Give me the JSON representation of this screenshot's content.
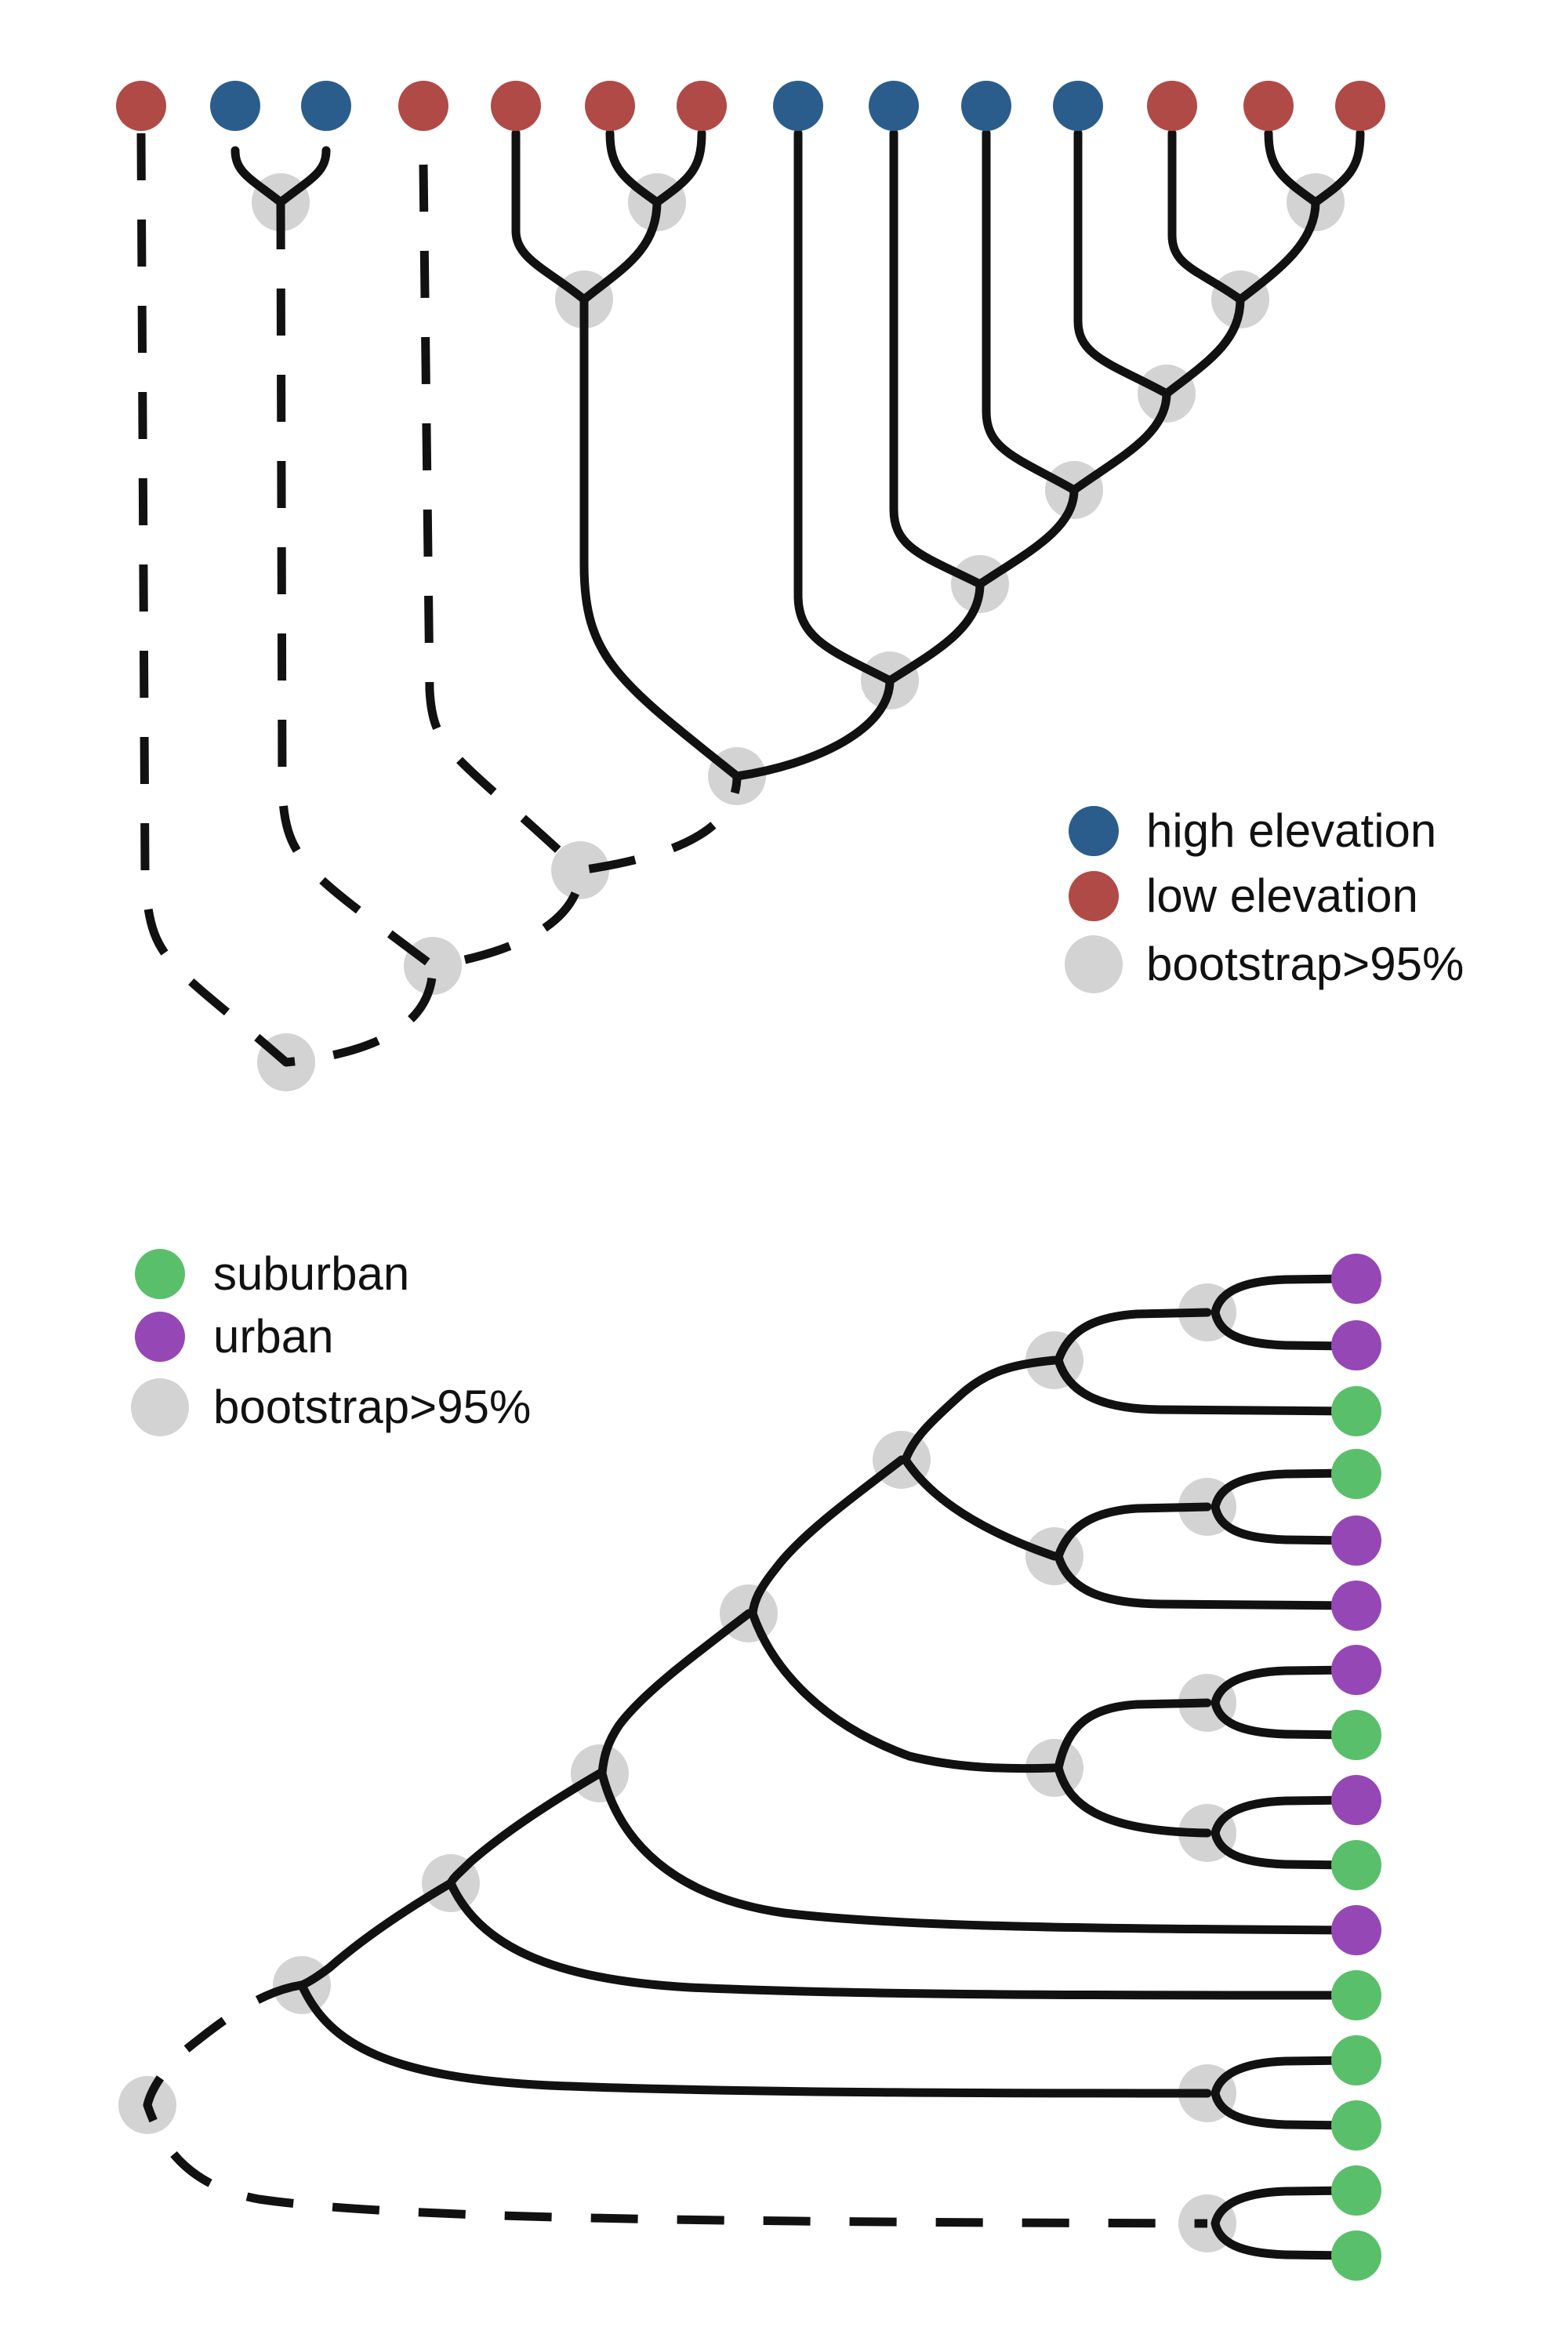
{
  "colors": {
    "high": "#2b5d8c",
    "low": "#b04a46",
    "suburban": "#5abf6a",
    "urban": "#9548b5",
    "bootstrap": "#d3d3d3",
    "edge": "#111111"
  },
  "top_tree": {
    "tips": [
      "low",
      "high",
      "high",
      "low",
      "low",
      "low",
      "low",
      "high",
      "high",
      "high",
      "high",
      "low",
      "low",
      "low"
    ],
    "legend": [
      {
        "key": "high",
        "label": "high elevation"
      },
      {
        "key": "low",
        "label": "low elevation"
      },
      {
        "key": "bootstrap",
        "label": "bootstrap>95%"
      }
    ]
  },
  "bottom_tree": {
    "tips": [
      "urban",
      "urban",
      "suburban",
      "suburban",
      "urban",
      "urban",
      "urban",
      "suburban",
      "urban",
      "suburban",
      "urban",
      "suburban",
      "suburban",
      "suburban",
      "suburban",
      "suburban"
    ],
    "legend": [
      {
        "key": "suburban",
        "label": "suburban"
      },
      {
        "key": "urban",
        "label": "urban"
      },
      {
        "key": "bootstrap",
        "label": "bootstrap>95%"
      }
    ]
  }
}
